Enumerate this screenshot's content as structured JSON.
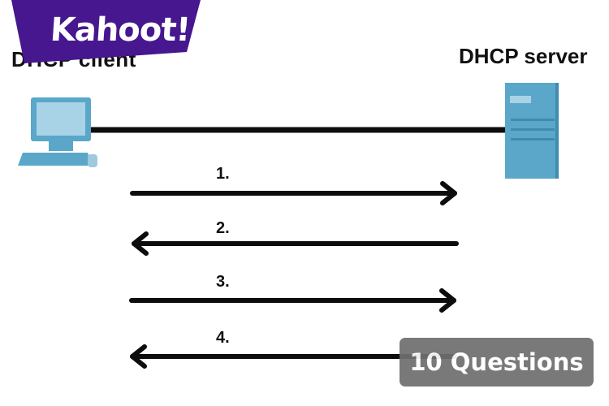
{
  "diagram": {
    "client_label": "DHCP client",
    "server_label": "DHCP server",
    "steps": [
      {
        "label": "1.",
        "direction": "client-to-server"
      },
      {
        "label": "2.",
        "direction": "server-to-client"
      },
      {
        "label": "3.",
        "direction": "client-to-server"
      },
      {
        "label": "4.",
        "direction": "server-to-client"
      }
    ]
  },
  "branding": {
    "logo_text": "Kahoot!",
    "logo_color": "#46178f"
  },
  "quiz": {
    "question_count_label": "10 Questions"
  },
  "icons": {
    "client": "desktop-computer-icon",
    "server": "server-tower-icon"
  },
  "colors": {
    "device_fill": "#5aa7c9",
    "device_light": "#a8d3e6",
    "line": "#0d0d0d",
    "badge_bg": "#6f6f6f"
  }
}
